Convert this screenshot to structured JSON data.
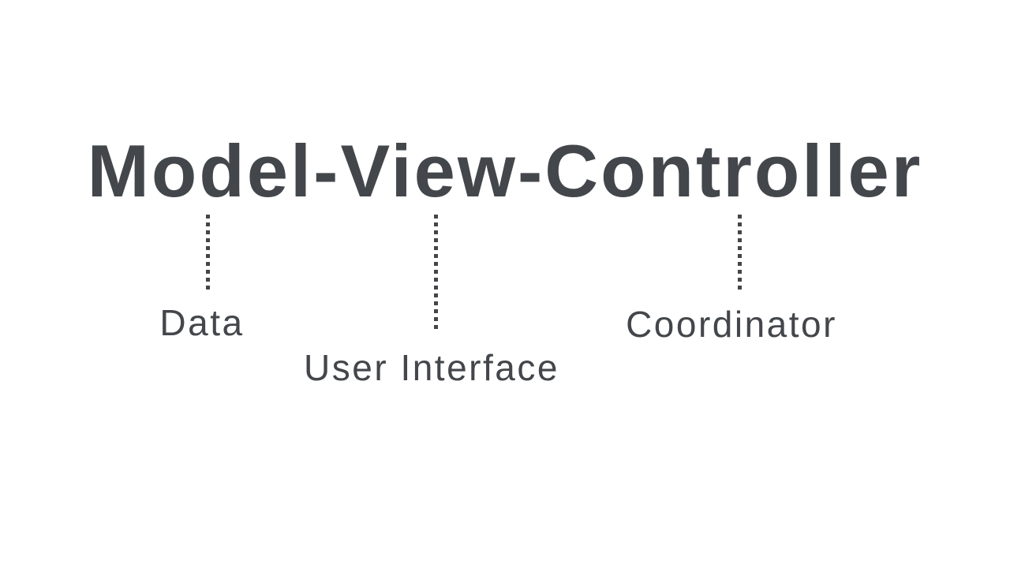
{
  "title": "Model-View-Controller",
  "annotations": [
    {
      "term": "Model",
      "label": "Data"
    },
    {
      "term": "View",
      "label": "User Interface"
    },
    {
      "term": "Controller",
      "label": "Coordinator"
    }
  ],
  "connector_style": "vertical-dotted-line",
  "colors": {
    "text": "#43464a",
    "background": "#ffffff"
  }
}
